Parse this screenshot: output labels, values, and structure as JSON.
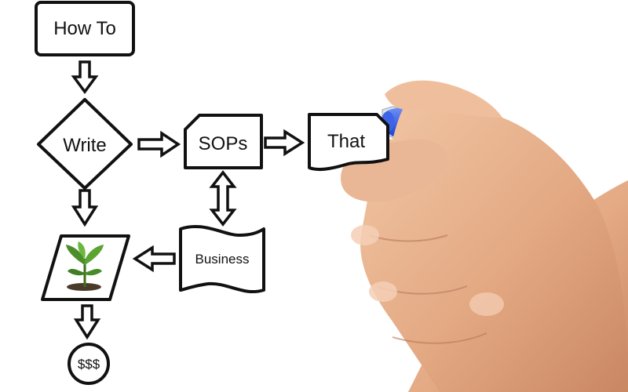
{
  "flowchart": {
    "nodes": {
      "how_to": "How To",
      "write": "Write",
      "sops": "SOPs",
      "that": "That",
      "business": "Business",
      "money": "$$$"
    },
    "plant_icon": "seedling-icon",
    "marker_icon": "blue-marker-icon"
  },
  "colors": {
    "ink": "#111111",
    "marker_cap": "#2a50d8",
    "skin": "#e8b18d",
    "plant": "#4c8f2a"
  }
}
